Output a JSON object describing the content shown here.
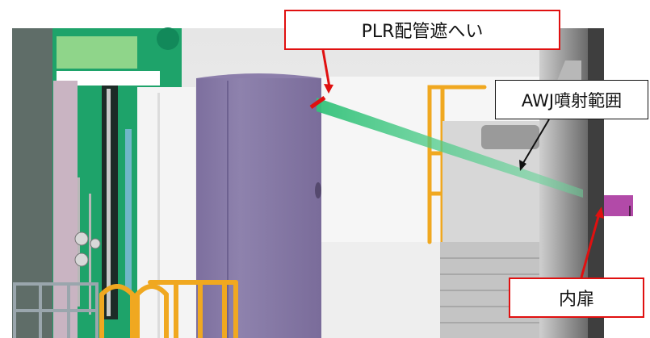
{
  "labels": {
    "plr_shield": "PLR配管遮へい",
    "awj_range": "AWJ噴射範囲",
    "inner_door": "内扉"
  },
  "colors": {
    "callout_red": "#e01010",
    "jet_green": "#3cc67a",
    "vessel_purple": "#8c7eab",
    "railing_orange": "#f0a820",
    "green_wall": "#1ea36a",
    "door_magenta": "#b24aa8"
  }
}
